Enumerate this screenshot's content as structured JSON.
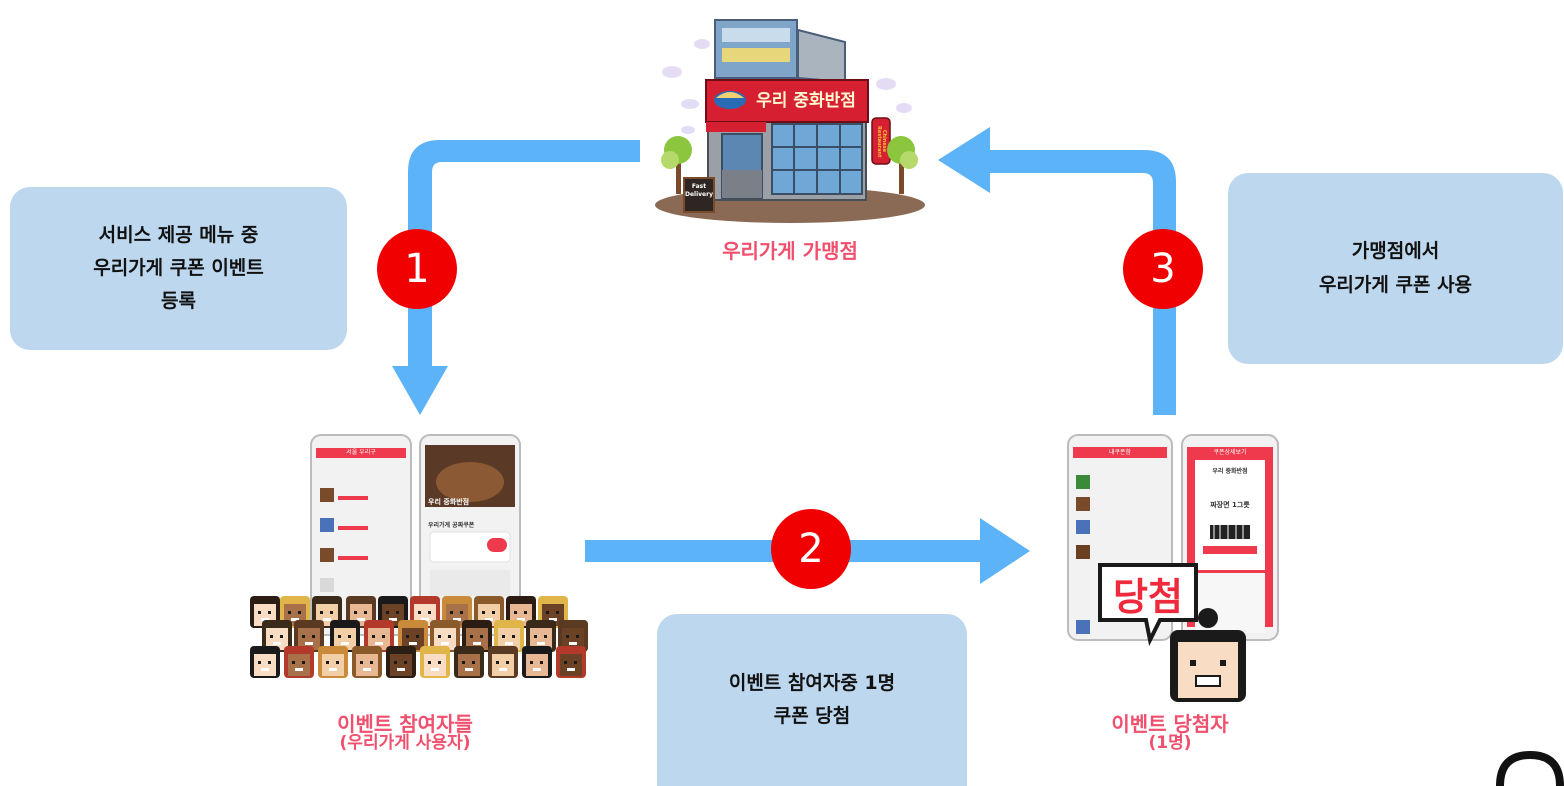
{
  "store": {
    "sign": "우리 중화반점",
    "side_sign": "Chinese Restaurant",
    "board": [
      "Fast",
      "Delivery"
    ],
    "caption": "우리가게 가맹점"
  },
  "steps": [
    {
      "number": "1",
      "text_lines": [
        "서비스 제공 메뉴 중",
        "우리가게 쿠폰 이벤트",
        "등록"
      ]
    },
    {
      "number": "2",
      "text_lines": [
        "이벤트 참여자중 1명",
        "쿠폰 당첨"
      ]
    },
    {
      "number": "3",
      "text_lines": [
        "가맹점에서",
        "우리가게 쿠폰 사용"
      ]
    }
  ],
  "participants": {
    "caption": "이벤트 참여자들",
    "sub": "(우리가게 사용자)",
    "phone_left_title": "서울 우리구",
    "phone_right_title": "우리 중화반점",
    "coupon_label": "우리가게 공짜쿠폰"
  },
  "winner": {
    "caption": "이벤트 당첨자",
    "sub": "(1명)",
    "bubble": "당첨",
    "phone_left_title": "내쿠폰함",
    "phone_right_title": "쿠폰상세보기",
    "coupon_store": "우리 중화반점",
    "coupon_item": "짜장면 1그릇"
  },
  "colors": {
    "arrow": "#5cb3f7",
    "box": "#bdd7ee",
    "badge": "#f00000",
    "caption": "#f0506e",
    "app_red": "#ee3a4c"
  }
}
